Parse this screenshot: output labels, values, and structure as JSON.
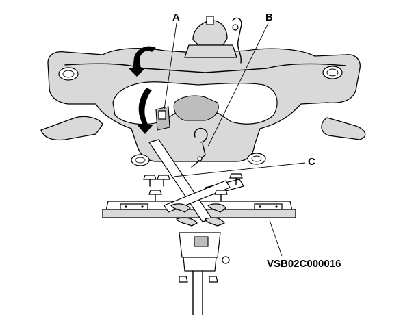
{
  "callouts": {
    "a": "A",
    "b": "B",
    "c": "C"
  },
  "figure_code": "VSB02C000016",
  "colors": {
    "line": "#000000",
    "shade": "#d9d9d9",
    "background": "#ffffff"
  }
}
